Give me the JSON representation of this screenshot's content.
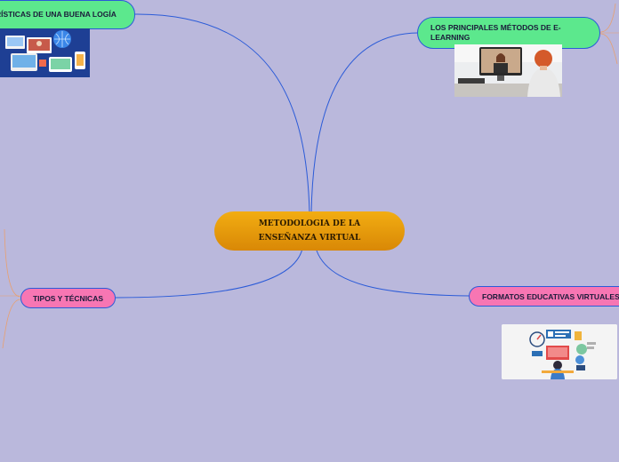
{
  "colors": {
    "background": "#bab8dc",
    "connector": "#2b5bd8",
    "minor_connector": "#e8a070",
    "central_fill": "#eda20e",
    "green_fill": "#5ce88d",
    "pink_fill": "#f776b3"
  },
  "mindmap": {
    "central": "METODOLOGIA DE LA ENSEÑANZA VIRTUAL",
    "branches": [
      {
        "label": "RÍSTICAS DE UNA BUENA LOGÍA",
        "fill": "green",
        "image": "online-learning-devices-image"
      },
      {
        "label": "LOS PRINCIPALES MÉTODOS DE E-LEARNING",
        "fill": "green",
        "image": "video-class-person-image"
      },
      {
        "label": "TIPOS Y TÉCNICAS",
        "fill": "pink"
      },
      {
        "label": "FORMATOS EDUCATIVAS VIRTUALES",
        "fill": "pink",
        "image": "education-formats-illustration-image"
      }
    ]
  }
}
